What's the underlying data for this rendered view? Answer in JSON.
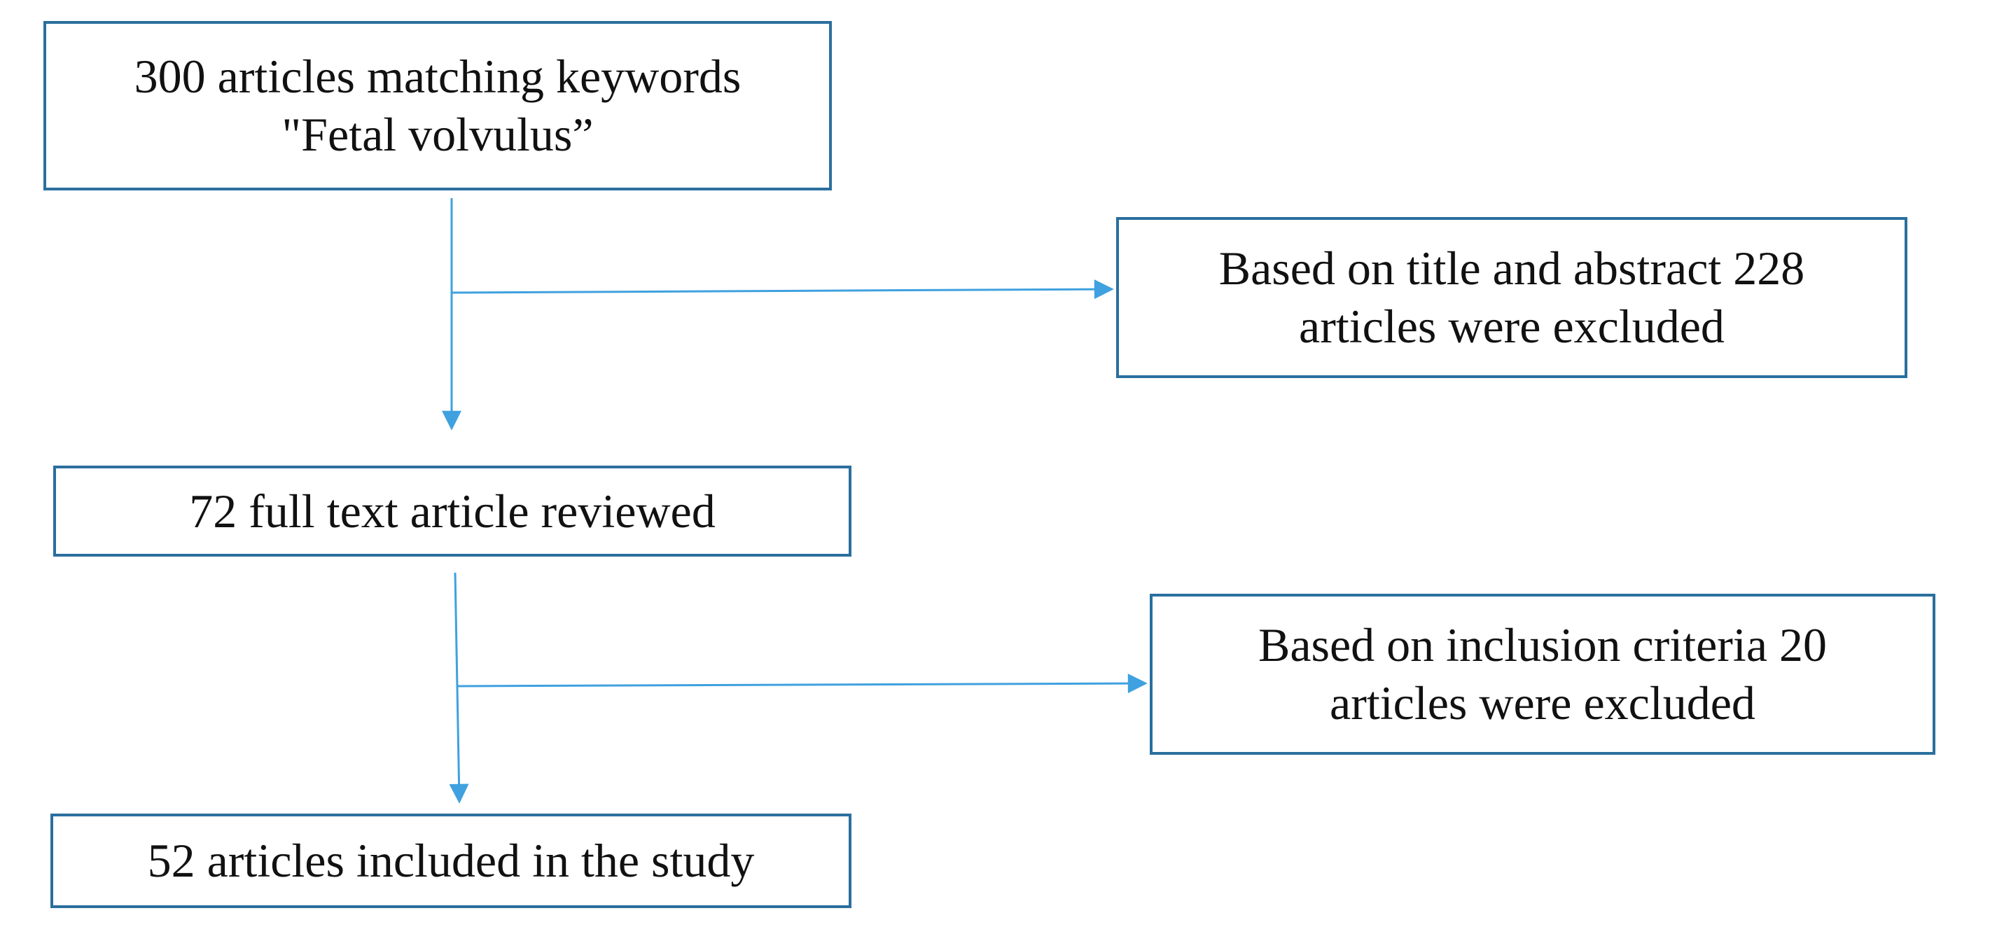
{
  "diagram": {
    "line_color": "#3fa1df",
    "border_color": "#2a6f9e",
    "boxes": {
      "search": {
        "line1": "300 articles matching keywords",
        "line2": "\"Fetal volvulus”"
      },
      "exclusion_1": {
        "line1": "Based on title and abstract 228",
        "line2": "articles were excluded"
      },
      "full_text": {
        "line1": "72 full text article reviewed"
      },
      "exclusion_2": {
        "line1": "Based on inclusion criteria 20",
        "line2": "articles were excluded"
      },
      "included": {
        "line1": "52 articles included in the study"
      }
    }
  }
}
